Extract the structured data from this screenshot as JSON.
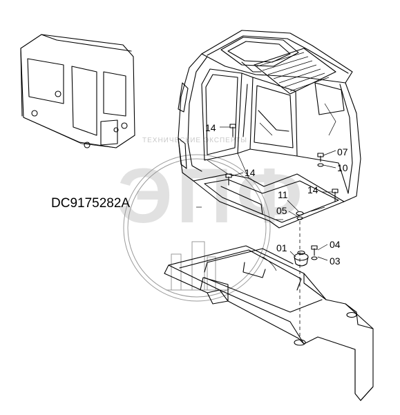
{
  "watermark": {
    "company_text": "ТЕХНИЧЕСКИЕ ЭКСПЕРТЫ",
    "big_letters": "ЭПФ"
  },
  "diagram_code": "DC9175282A",
  "callouts": {
    "c14a": "14",
    "c14b": "14",
    "c14c": "14",
    "c07": "07",
    "c10": "10",
    "c11": "11",
    "c05": "05",
    "c01": "01",
    "c04": "04",
    "c03": "03"
  }
}
